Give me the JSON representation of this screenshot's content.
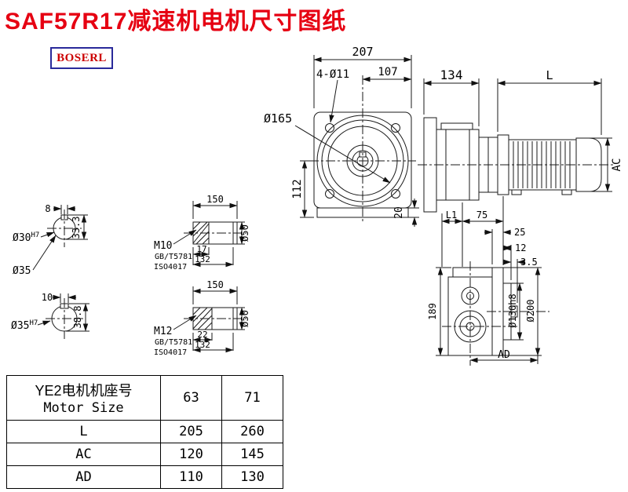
{
  "page": {
    "title": "SAF57R17减速机电机尺寸图纸",
    "logo_text": "BOSERL",
    "accent_color": "#e60012",
    "logo_border_color": "#2a2a9a"
  },
  "front_view": {
    "dim_width": "207",
    "dim_half_width": "107",
    "bolt_holes": "4-Ø11",
    "flange_dia": "Ø165",
    "dim_center_height": "112",
    "dim_foot": "20"
  },
  "motor_view": {
    "dim_gearbox_length": "134",
    "dim_motor_length": "L",
    "dim_motor_diameter": "AC"
  },
  "flange_view": {
    "dim_l1": "L1",
    "dim_75": "75",
    "dim_25": "25",
    "dim_12": "12",
    "dim_3_5": "3.5",
    "dim_height": "189",
    "dim_spigot_dia": "Ø130h8",
    "dim_flange_dia": "Ø200",
    "dim_ad": "AD"
  },
  "shaft_section_1": {
    "key_width": "8",
    "bore_dia": "Ø30",
    "bore_tolerance": "H7",
    "key_depth": "33.3",
    "outer_dia": "Ø35"
  },
  "shaft_section_2": {
    "key_width": "10",
    "bore_dia": "Ø35",
    "bore_tolerance": "H7",
    "key_depth": "38.8"
  },
  "shaft_detail_1": {
    "length": "150",
    "thread": "M10",
    "thread_length": "17",
    "body_length": "132",
    "standard_1": "GB/T5781",
    "standard_2": "ISO4017",
    "dia": "Ø50"
  },
  "shaft_detail_2": {
    "length": "150",
    "thread": "M12",
    "thread_length": "22",
    "body_length": "132",
    "standard_1": "GB/T5781",
    "standard_2": "ISO4017",
    "dia": "Ø50"
  },
  "table": {
    "header_cn": "YE2电机机座号",
    "header_en": "Motor Size",
    "sizes": [
      "63",
      "71"
    ],
    "rows": [
      {
        "label": "L",
        "values": [
          "205",
          "260"
        ]
      },
      {
        "label": "AC",
        "values": [
          "120",
          "145"
        ]
      },
      {
        "label": "AD",
        "values": [
          "110",
          "130"
        ]
      }
    ]
  }
}
